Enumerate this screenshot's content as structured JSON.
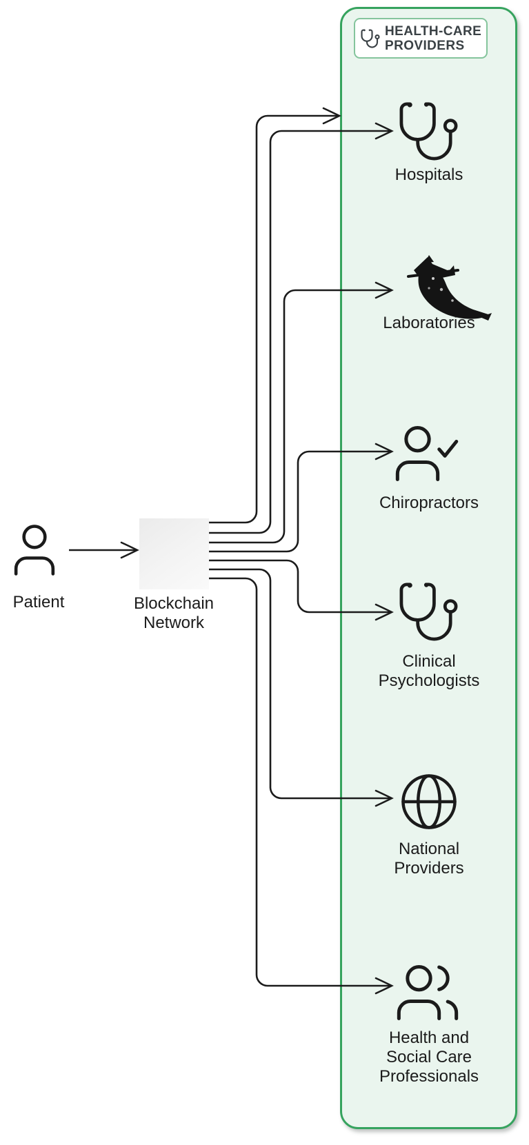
{
  "header": {
    "title": "HEALTH-CARE PROVIDERS",
    "icon": "stethoscope-icon"
  },
  "patient": {
    "label": "Patient",
    "icon": "user-icon"
  },
  "blockchain": {
    "label": "Blockchain Network"
  },
  "providers": [
    {
      "label": "Hospitals",
      "icon": "stethoscope-icon"
    },
    {
      "label": "Laboratories",
      "icon": "ink-horn-sketch-icon"
    },
    {
      "label": "Chiropractors",
      "icon": "user-check-icon"
    },
    {
      "label": "Clinical Psychologists",
      "icon": "stethoscope-icon"
    },
    {
      "label": "National Providers",
      "icon": "globe-icon"
    },
    {
      "label": "Health and Social Care Professionals",
      "icon": "users-icon"
    }
  ],
  "edges": [
    {
      "from": "Patient",
      "to": "Blockchain Network"
    },
    {
      "from": "Blockchain Network",
      "to": "Health-Care Providers panel"
    },
    {
      "from": "Blockchain Network",
      "to": "Hospitals"
    },
    {
      "from": "Blockchain Network",
      "to": "Laboratories"
    },
    {
      "from": "Blockchain Network",
      "to": "Chiropractors"
    },
    {
      "from": "Blockchain Network",
      "to": "Clinical Psychologists"
    },
    {
      "from": "Blockchain Network",
      "to": "National Providers"
    },
    {
      "from": "Blockchain Network",
      "to": "Health and Social Care Professionals"
    }
  ],
  "colors": {
    "panel_border_green": "#36a35e",
    "panel_fill_mint": "#eaf5ee",
    "header_border_green": "#84c49c",
    "ink": "#1b1b1b",
    "header_text": "#3a4145",
    "blockchain_box_gray": "#ededed"
  }
}
